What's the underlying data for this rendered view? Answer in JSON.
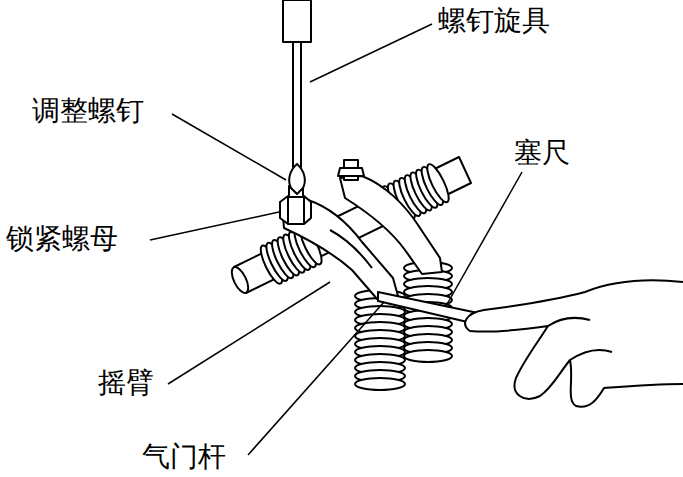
{
  "diagram": {
    "labels": [
      "螺钉旋具",
      "调整螺钉",
      "锁紧螺母",
      "塞尺",
      "摇臂",
      "气门杆"
    ]
  }
}
